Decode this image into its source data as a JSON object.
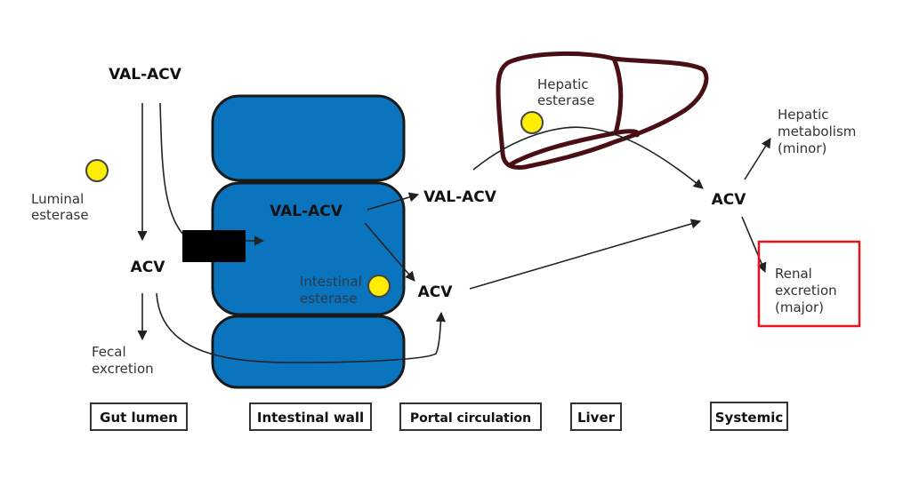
{
  "diagram": {
    "title": "Valacyclovir to acyclovir conversion and elimination pathway",
    "colors": {
      "intestine_fill": "#0a74bf",
      "intestine_stroke": "#1a1a1a",
      "esterase_fill": "#ffee00",
      "liver_stroke": "#4a0f14",
      "arrow": "#222222",
      "highlight_box": "#e8141b",
      "transporter": "#000000"
    },
    "nodes": {
      "val_acv_lumen": "VAL-ACV",
      "acv_lumen": "ACV",
      "val_acv_wall": "VAL-ACV",
      "val_acv_portal": "VAL-ACV",
      "acv_portal": "ACV",
      "acv_systemic": "ACV"
    },
    "enzymes": {
      "luminal": [
        "Luminal",
        "esterase"
      ],
      "intestinal": [
        "Intestinal",
        "esterase"
      ],
      "hepatic": [
        "Hepatic",
        "esterase"
      ]
    },
    "outcomes": {
      "fecal": [
        "Fecal",
        "excretion"
      ],
      "hepatic_metabolism": [
        "Hepatic",
        "metabolism",
        "(minor)"
      ],
      "renal_excretion": [
        "Renal",
        "excretion",
        "(major)"
      ]
    },
    "highlighted_outcome": "renal_excretion",
    "sections": [
      "Gut lumen",
      "Intestinal wall",
      "Portal circulation",
      "Liver",
      "Systemic"
    ]
  }
}
